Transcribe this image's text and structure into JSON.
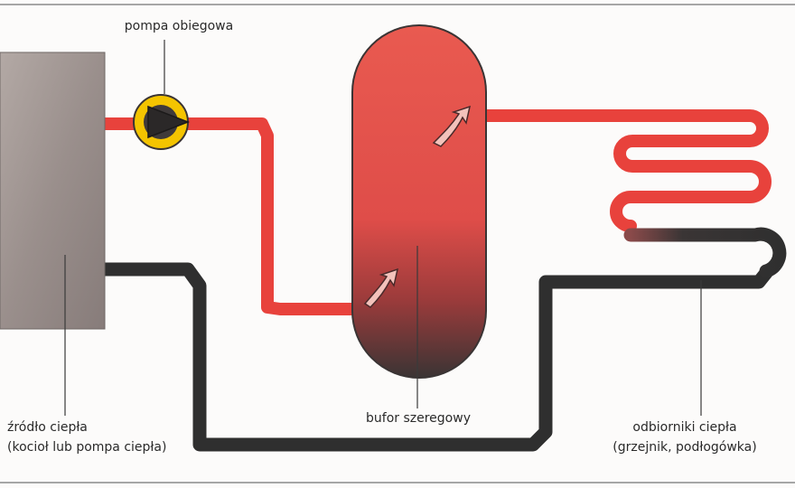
{
  "labels": {
    "pump": "pompa obiegowa",
    "source_line1": "źródło ciepła",
    "source_line2": "(kocioł lub pompa ciepła)",
    "buffer": "bufor szeregowy",
    "receivers_line1": "odbiorniki ciepła",
    "receivers_line2": "(grzejnik, podłogówka)"
  },
  "colors": {
    "hot": "#e8423c",
    "cold": "#2f2f2f",
    "pump": "#f4c400",
    "source": "#9a8f8c",
    "frame": "#8a8a8a"
  },
  "icons": {
    "pump": "pump-icon",
    "flow_arrow": "flow-arrow-icon"
  }
}
